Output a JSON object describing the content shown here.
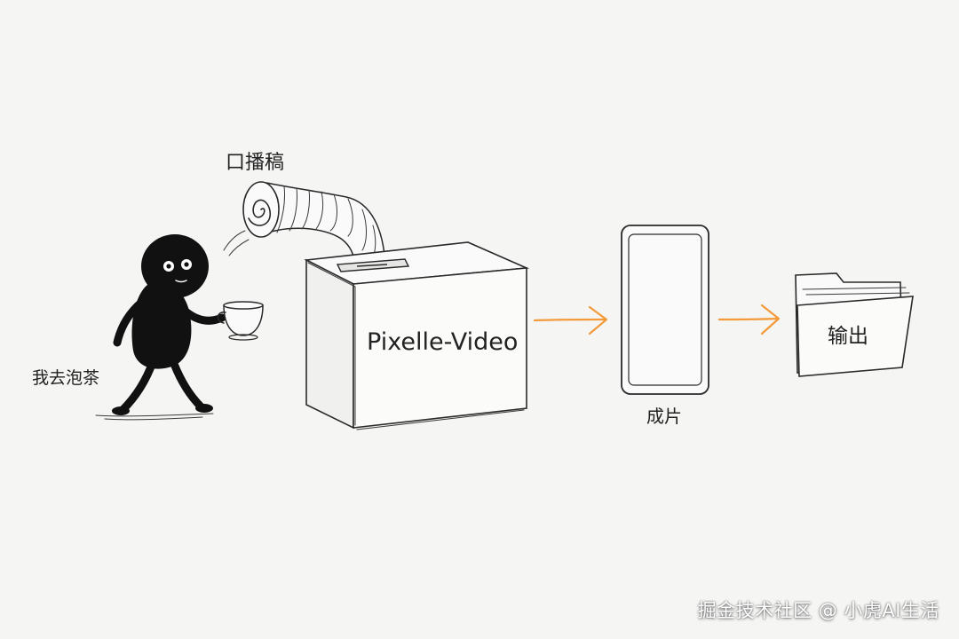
{
  "labels": {
    "script": "口播稿",
    "character": "我去泡茶",
    "machine": "Pixelle-Video",
    "phone": "成片",
    "folder": "输出"
  },
  "watermark": "掘金技术社区 @ 小虎AI生活",
  "colors": {
    "background": "#f5f5f4",
    "ink": "#222222",
    "arrow": "#f39a3a",
    "watermark": "#ffffff"
  },
  "icons": [
    "scroll-icon",
    "character-figure",
    "teacup-icon",
    "phone-icon",
    "folder-icon",
    "arrow-icon"
  ]
}
